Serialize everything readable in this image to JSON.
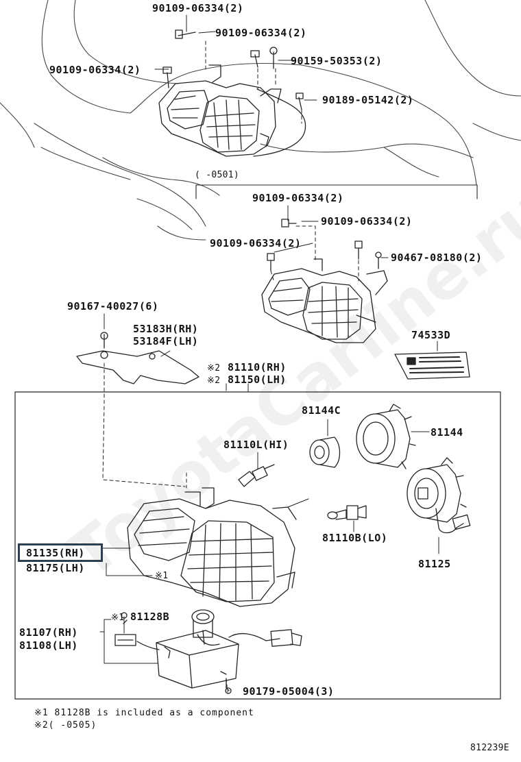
{
  "watermark": "ToyotaCarline.ru",
  "diagram_id": "812239E",
  "labels": {
    "top_1": "90109-06334(2)",
    "top_2": "90109-06334(2)",
    "top_3": "90159-50353(2)",
    "top_4": "90109-06334(2)",
    "top_5": "90189-05142(2)",
    "range_a": "(    -0501)",
    "mid_1": "90109-06334(2)",
    "mid_2": "90109-06334(2)",
    "mid_3": "90109-06334(2)",
    "mid_4": "90467-08180(2)",
    "bracket_bolt": "90167-40027(6)",
    "bracket_rh": "53183H(RH)",
    "bracket_lh": "53184F(LH)",
    "label_sticker": "74533D",
    "assy_rh_mark": "※2",
    "assy_rh": "81110(RH)",
    "assy_lh_mark": "※2",
    "assy_lh": "81150(LH)",
    "bulb_hi_cap": "81144C",
    "bulb_hi": "81110L(HI)",
    "cover_hi": "81144",
    "unit_rh": "81135(RH)",
    "unit_lh": "81175(LH)",
    "unit_mark": "※1",
    "bulb_lo": "81110B(LO)",
    "cover_lo": "81125",
    "socket_mark": "※1",
    "socket": "81128B",
    "ballast_rh": "81107(RH)",
    "ballast_lh": "81108(LH)",
    "nut": "90179-05004(3)"
  },
  "notes": {
    "note1": "※1 81128B is included as a component",
    "note2": "※2(    -0505)"
  }
}
